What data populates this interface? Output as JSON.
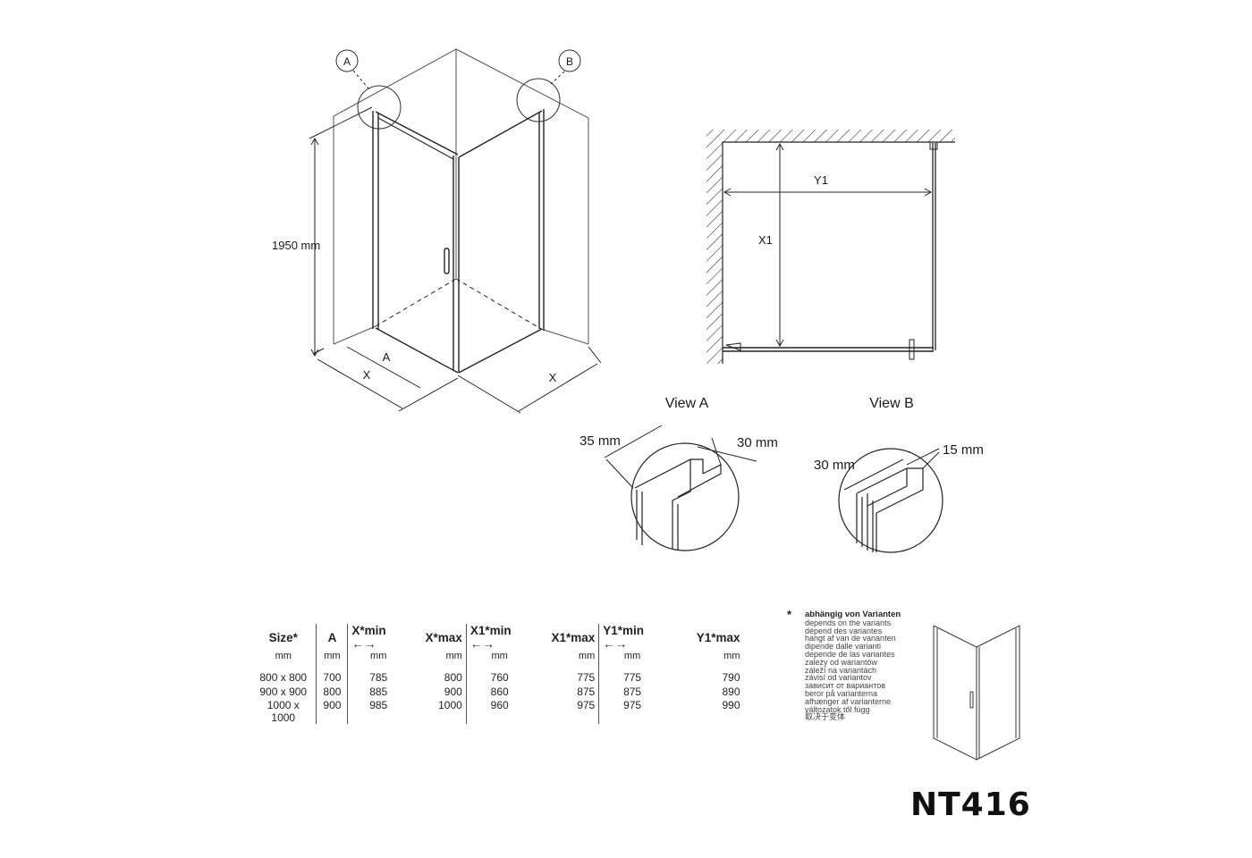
{
  "drawing": {
    "callout_a": "A",
    "callout_b": "B",
    "height_label": "1950 mm",
    "width_a_label": "A",
    "width_x_left": "X",
    "width_x_right": "X",
    "plan_y1": "Y1",
    "plan_x1": "X1",
    "view_a_title": "View A",
    "view_b_title": "View B",
    "view_a_dim1": "35 mm",
    "view_a_dim2": "30 mm",
    "view_b_dim1": "30 mm",
    "view_b_dim2": "15 mm"
  },
  "table": {
    "headers": [
      "Size*",
      "A",
      "X*min",
      "X*max",
      "X1*min",
      "X1*max",
      "Y1*min",
      "Y1*max"
    ],
    "units": [
      "mm",
      "mm",
      "mm",
      "mm",
      "mm",
      "mm",
      "mm",
      "mm"
    ],
    "rows": [
      [
        "800 x 800",
        "700",
        "785",
        "800",
        "760",
        "775",
        "775",
        "790"
      ],
      [
        "900 x 900",
        "800",
        "885",
        "900",
        "860",
        "875",
        "875",
        "890"
      ],
      [
        "1000 x 1000",
        "900",
        "985",
        "1000",
        "960",
        "975",
        "975",
        "990"
      ]
    ]
  },
  "notes": {
    "star": "*",
    "heading": "abhängig von Varianten",
    "lines": [
      "depends on the variants",
      "dépend des variantes",
      "hangt af van de varianten",
      "dipende dalle varianti",
      "depende de las variantes",
      "zależy od wariantów",
      "záleží na variantách",
      "závisí od variantov",
      "зависит от вариантов",
      "beror på varianterna",
      "afhænger af varianterne",
      "változatok től függ",
      "取决于变体"
    ]
  },
  "model": "NT416"
}
